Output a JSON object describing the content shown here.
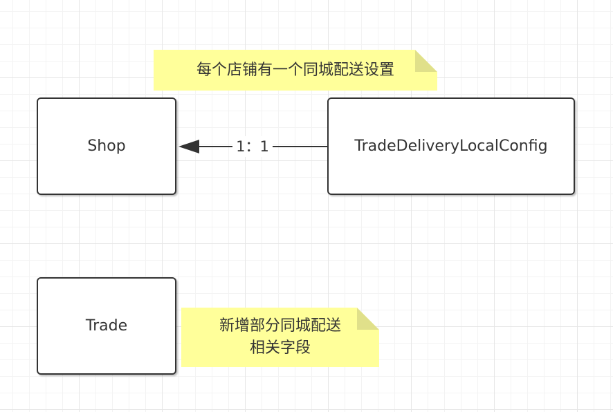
{
  "nodes": {
    "shop": "Shop",
    "config": "TradeDeliveryLocalConfig",
    "trade": "Trade"
  },
  "notes": {
    "shop_config": "每个店铺有一个同城配送设置",
    "trade_line1": "新增部分同城配送",
    "trade_line2": "相关字段"
  },
  "edges": {
    "config_to_shop": "1：1"
  },
  "colors": {
    "note_fill": "#ffff9a",
    "note_fold": "#e0e08a",
    "stroke": "#333333"
  }
}
